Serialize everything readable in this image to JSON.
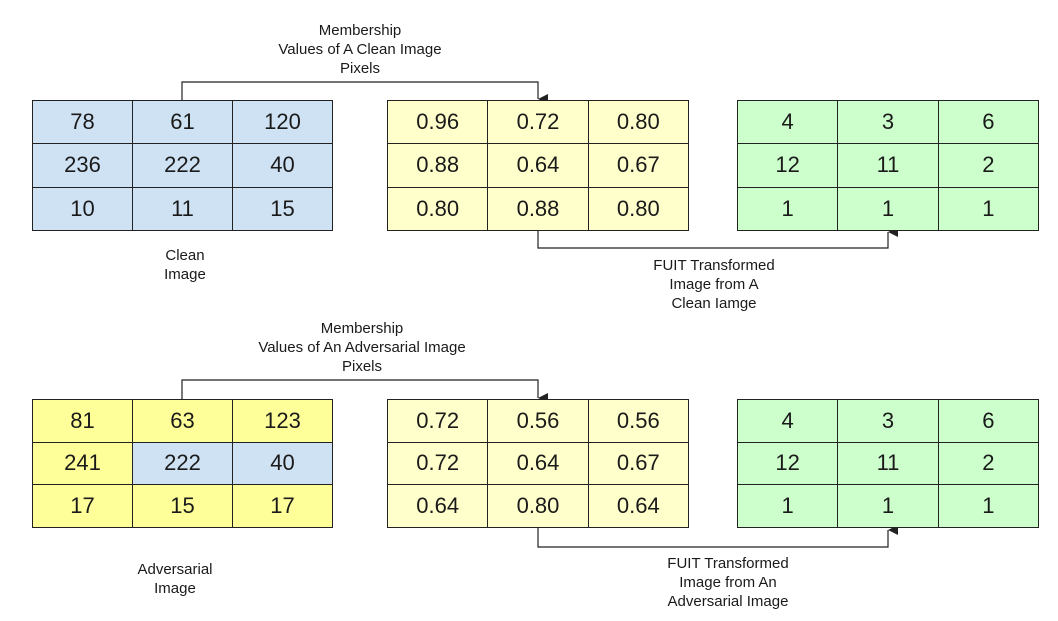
{
  "colors": {
    "clean": "#cfe2f3",
    "adversarial": "#ffff99",
    "membership": "#ffffcc",
    "transformed": "#ccffcc",
    "line": "#222222"
  },
  "rows": [
    {
      "source_label": "Clean\nImage",
      "membership_label": "Membership\nValues of A Clean Image\nPixels",
      "transformed_label": "FUIT Transformed\nImage from A\nClean Iamge",
      "source": {
        "values": [
          [
            "78",
            "61",
            "120"
          ],
          [
            "236",
            "222",
            "40"
          ],
          [
            "10",
            "11",
            "15"
          ]
        ],
        "fill": [
          [
            "clean",
            "clean",
            "clean"
          ],
          [
            "clean",
            "clean",
            "clean"
          ],
          [
            "clean",
            "clean",
            "clean"
          ]
        ]
      },
      "membership": [
        [
          "0.96",
          "0.72",
          "0.80"
        ],
        [
          "0.88",
          "0.64",
          "0.67"
        ],
        [
          "0.80",
          "0.88",
          "0.80"
        ]
      ],
      "transformed": [
        [
          "4",
          "3",
          "6"
        ],
        [
          "12",
          "11",
          "2"
        ],
        [
          "1",
          "1",
          "1"
        ]
      ]
    },
    {
      "source_label": "Adversarial\nImage",
      "membership_label": "Membership\nValues of An Adversarial Image\nPixels",
      "transformed_label": "FUIT Transformed\nImage from An\nAdversarial Image",
      "source": {
        "values": [
          [
            "81",
            "63",
            "123"
          ],
          [
            "241",
            "222",
            "40"
          ],
          [
            "17",
            "15",
            "17"
          ]
        ],
        "fill": [
          [
            "adversarial",
            "adversarial",
            "adversarial"
          ],
          [
            "adversarial",
            "clean",
            "clean"
          ],
          [
            "adversarial",
            "adversarial",
            "adversarial"
          ]
        ]
      },
      "membership": [
        [
          "0.72",
          "0.56",
          "0.56"
        ],
        [
          "0.72",
          "0.64",
          "0.67"
        ],
        [
          "0.64",
          "0.80",
          "0.64"
        ]
      ],
      "transformed": [
        [
          "4",
          "3",
          "6"
        ],
        [
          "12",
          "11",
          "2"
        ],
        [
          "1",
          "1",
          "1"
        ]
      ]
    }
  ]
}
